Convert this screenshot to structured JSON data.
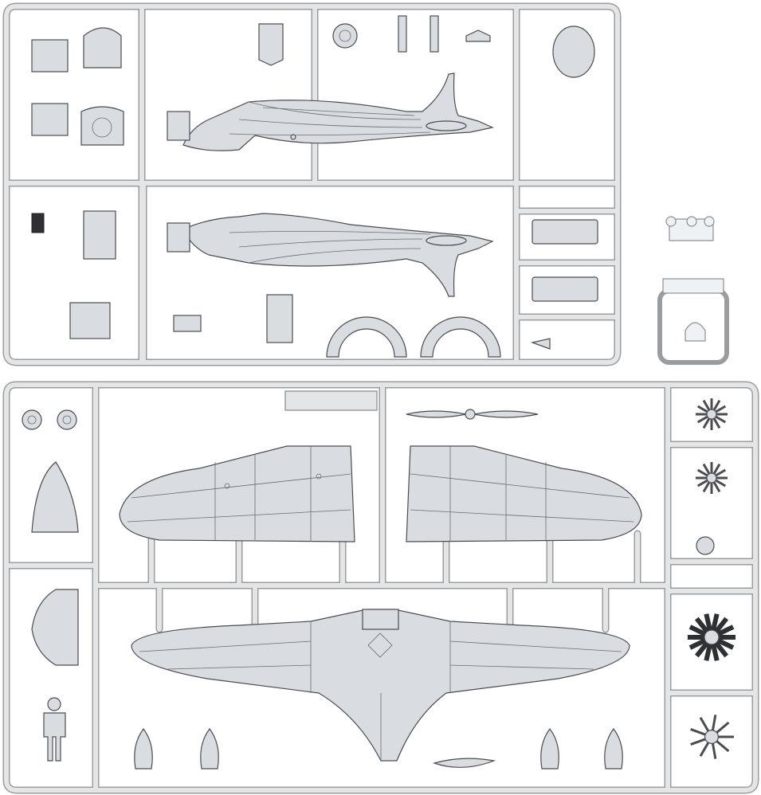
{
  "colors": {
    "runner": "#e3e5e7",
    "runner_outline": "#9a9da0",
    "part_fill": "#d9dde1",
    "part_outline": "#4a4d50",
    "clear_part": "#eef2f4"
  },
  "sprues": [
    {
      "name": "upper-sprue",
      "parts": [
        "fuselage-half-left",
        "fuselage-half-right",
        "cockpit-parts",
        "engine-cowl-rings",
        "small-detail-parts"
      ]
    },
    {
      "name": "clear-sprue",
      "parts": [
        "canopy"
      ]
    },
    {
      "name": "lower-sprue",
      "parts": [
        "upper-wing-left",
        "upper-wing-right",
        "lower-wing",
        "propeller",
        "engine-cylinders",
        "wheels",
        "pilot-figure",
        "spinner"
      ]
    }
  ]
}
